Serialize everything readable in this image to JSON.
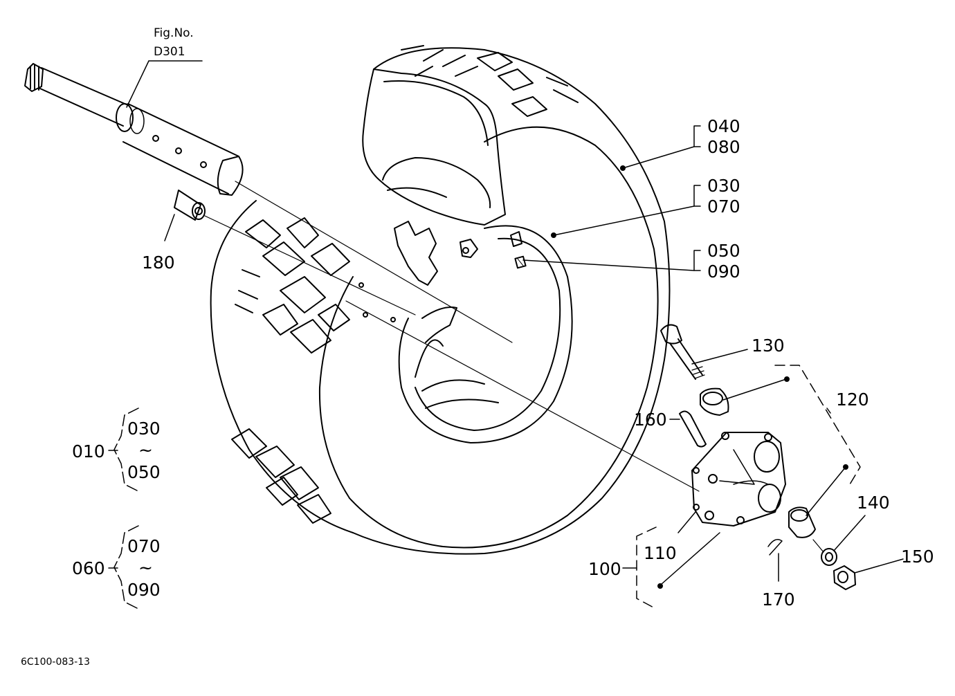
{
  "figure": {
    "fig_label": "Fig.No.",
    "fig_number": "D301",
    "drawing_code": "6C100-083-13"
  },
  "callouts": {
    "c040": "040",
    "c080": "080",
    "c030": "030",
    "c070": "070",
    "c050": "050",
    "c090": "090",
    "c180": "180",
    "c130": "130",
    "c120": "120",
    "c160": "160",
    "c140": "140",
    "c150": "150",
    "c110": "110",
    "c100": "100",
    "c170": "170"
  },
  "assemblies": {
    "a010": {
      "parent": "010",
      "from": "030",
      "tilde": "~",
      "to": "050"
    },
    "a060": {
      "parent": "060",
      "from": "070",
      "tilde": "~",
      "to": "090"
    }
  }
}
